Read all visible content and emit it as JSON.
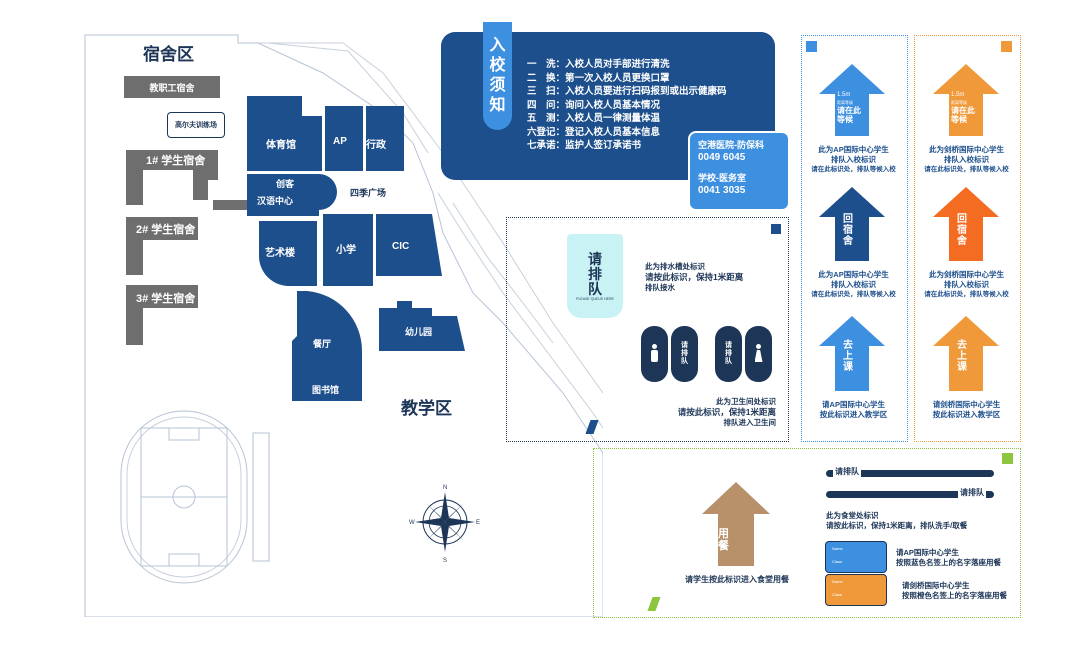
{
  "colors": {
    "navy": "#1d4f8c",
    "dark_navy": "#1d3557",
    "light_blue": "#3d8fe0",
    "orange_dark": "#f36c21",
    "orange_light": "#f0993a",
    "gray": "#6e6e6e",
    "tan": "#b8906a",
    "green": "#8cc63f",
    "cyan": "#c9f2f5"
  },
  "map": {
    "dorm_zone": "宿舍区",
    "staff_dorm": "教职工宿舍",
    "gym_hall": "高尔夫训练场",
    "dorm1": "1# 学生宿舍",
    "dorm2": "2# 学生宿舍",
    "dorm3": "3# 学生宿舍",
    "gymnasium": "体育馆",
    "ap": "AP",
    "admin": "行政",
    "innovation": "创客",
    "chinese_center": "汉语中心",
    "four_season_plaza": "四季广场",
    "art_building": "艺术楼",
    "primary": "小学",
    "cic": "CIC",
    "kindergarten": "幼儿园",
    "canteen": "餐厅",
    "library": "图书馆",
    "teaching_zone": "教学区",
    "compass": {
      "n": "N",
      "s": "S",
      "e": "E",
      "w": "W"
    }
  },
  "notice": {
    "title": [
      "入",
      "校",
      "须",
      "知"
    ],
    "rules": [
      {
        "k": "一　洗：",
        "v": "入校人员对手部进行清洗"
      },
      {
        "k": "二　换：",
        "v": "第一次入校人员更换口罩"
      },
      {
        "k": "三　扫：",
        "v": "入校人员要进行扫码报到或出示健康码"
      },
      {
        "k": "四　问：",
        "v": "询问入校人员基本情况"
      },
      {
        "k": "五　测：",
        "v": "入校人员一律测量体温"
      },
      {
        "k": "六登记：",
        "v": "登记入校人员基本信息"
      },
      {
        "k": "七承诺：",
        "v": "监护人签订承诺书"
      }
    ],
    "hospital_label": "空港医院-防保科",
    "hospital_phone": "0049 6045",
    "clinic_label": "学校-医务室",
    "clinic_phone": "0041 3035"
  },
  "queue_panel": {
    "sign_text": [
      "请",
      "排",
      "队"
    ],
    "sign_sub": "PLEASE QUEUE HERE",
    "t1": "此为排水槽处标识",
    "t2": "请按此标识，保持1米距离",
    "t3": "排队接水",
    "footprint_text": [
      "请",
      "排",
      "队"
    ],
    "b1": "此为卫生间处标识",
    "b2": "请按此标识，保持1米距离",
    "b3": "排队进入卫生间"
  },
  "blue_col": {
    "arrow1_top": "1.5m",
    "arrow1_sub": "距离等候",
    "arrow1_text": [
      "请",
      "在",
      "此",
      "等",
      "候"
    ],
    "arrow1_desc": [
      "此为AP国际中心学生",
      "排队入校标识",
      "请在此标识处，排队等候入校"
    ],
    "arrow2_text": [
      "回",
      "宿",
      "舍"
    ],
    "arrow2_desc": [
      "此为AP国际中心学生",
      "排队入校标识",
      "请在此标识处，排队等候入校"
    ],
    "arrow3_text": [
      "去",
      "上",
      "课"
    ],
    "arrow3_desc": [
      "请AP国际中心学生",
      "按此标识进入教学区"
    ]
  },
  "orange_col": {
    "arrow1_top": "1.5m",
    "arrow1_sub": "距离等候",
    "arrow1_text": [
      "请",
      "在",
      "此",
      "等",
      "候"
    ],
    "arrow1_desc": [
      "此为剑桥国际中心学生",
      "排队入校标识",
      "请在此标识处，排队等候入校"
    ],
    "arrow2_text": [
      "回",
      "宿",
      "舍"
    ],
    "arrow2_desc": [
      "此为剑桥国际中心学生",
      "排队入校标识",
      "请在此标识处，排队等候入校"
    ],
    "arrow3_text": [
      "去",
      "上",
      "课"
    ],
    "arrow3_desc": [
      "请剑桥国际中心学生",
      "按此标识进入教学区"
    ]
  },
  "canteen_panel": {
    "arrow_text": [
      "用",
      "餐"
    ],
    "arrow_caption": "请学生按此标识进入食堂用餐",
    "bar1": "请排队",
    "bar2": "请排队",
    "d1": "此为食堂处标识",
    "d2": "请按此标识，保持1米距离，排队洗手/取餐",
    "blue_tag_top": "Name",
    "blue_tag_bottom": "Class",
    "blue_desc1": "请AP国际中心学生",
    "blue_desc2": "按照蓝色名签上的名字落座用餐",
    "orange_tag_top": "Name",
    "orange_tag_bottom": "Class",
    "orange_desc1": "请剑桥国际中心学生",
    "orange_desc2": "按照橙色名签上的名字落座用餐"
  }
}
